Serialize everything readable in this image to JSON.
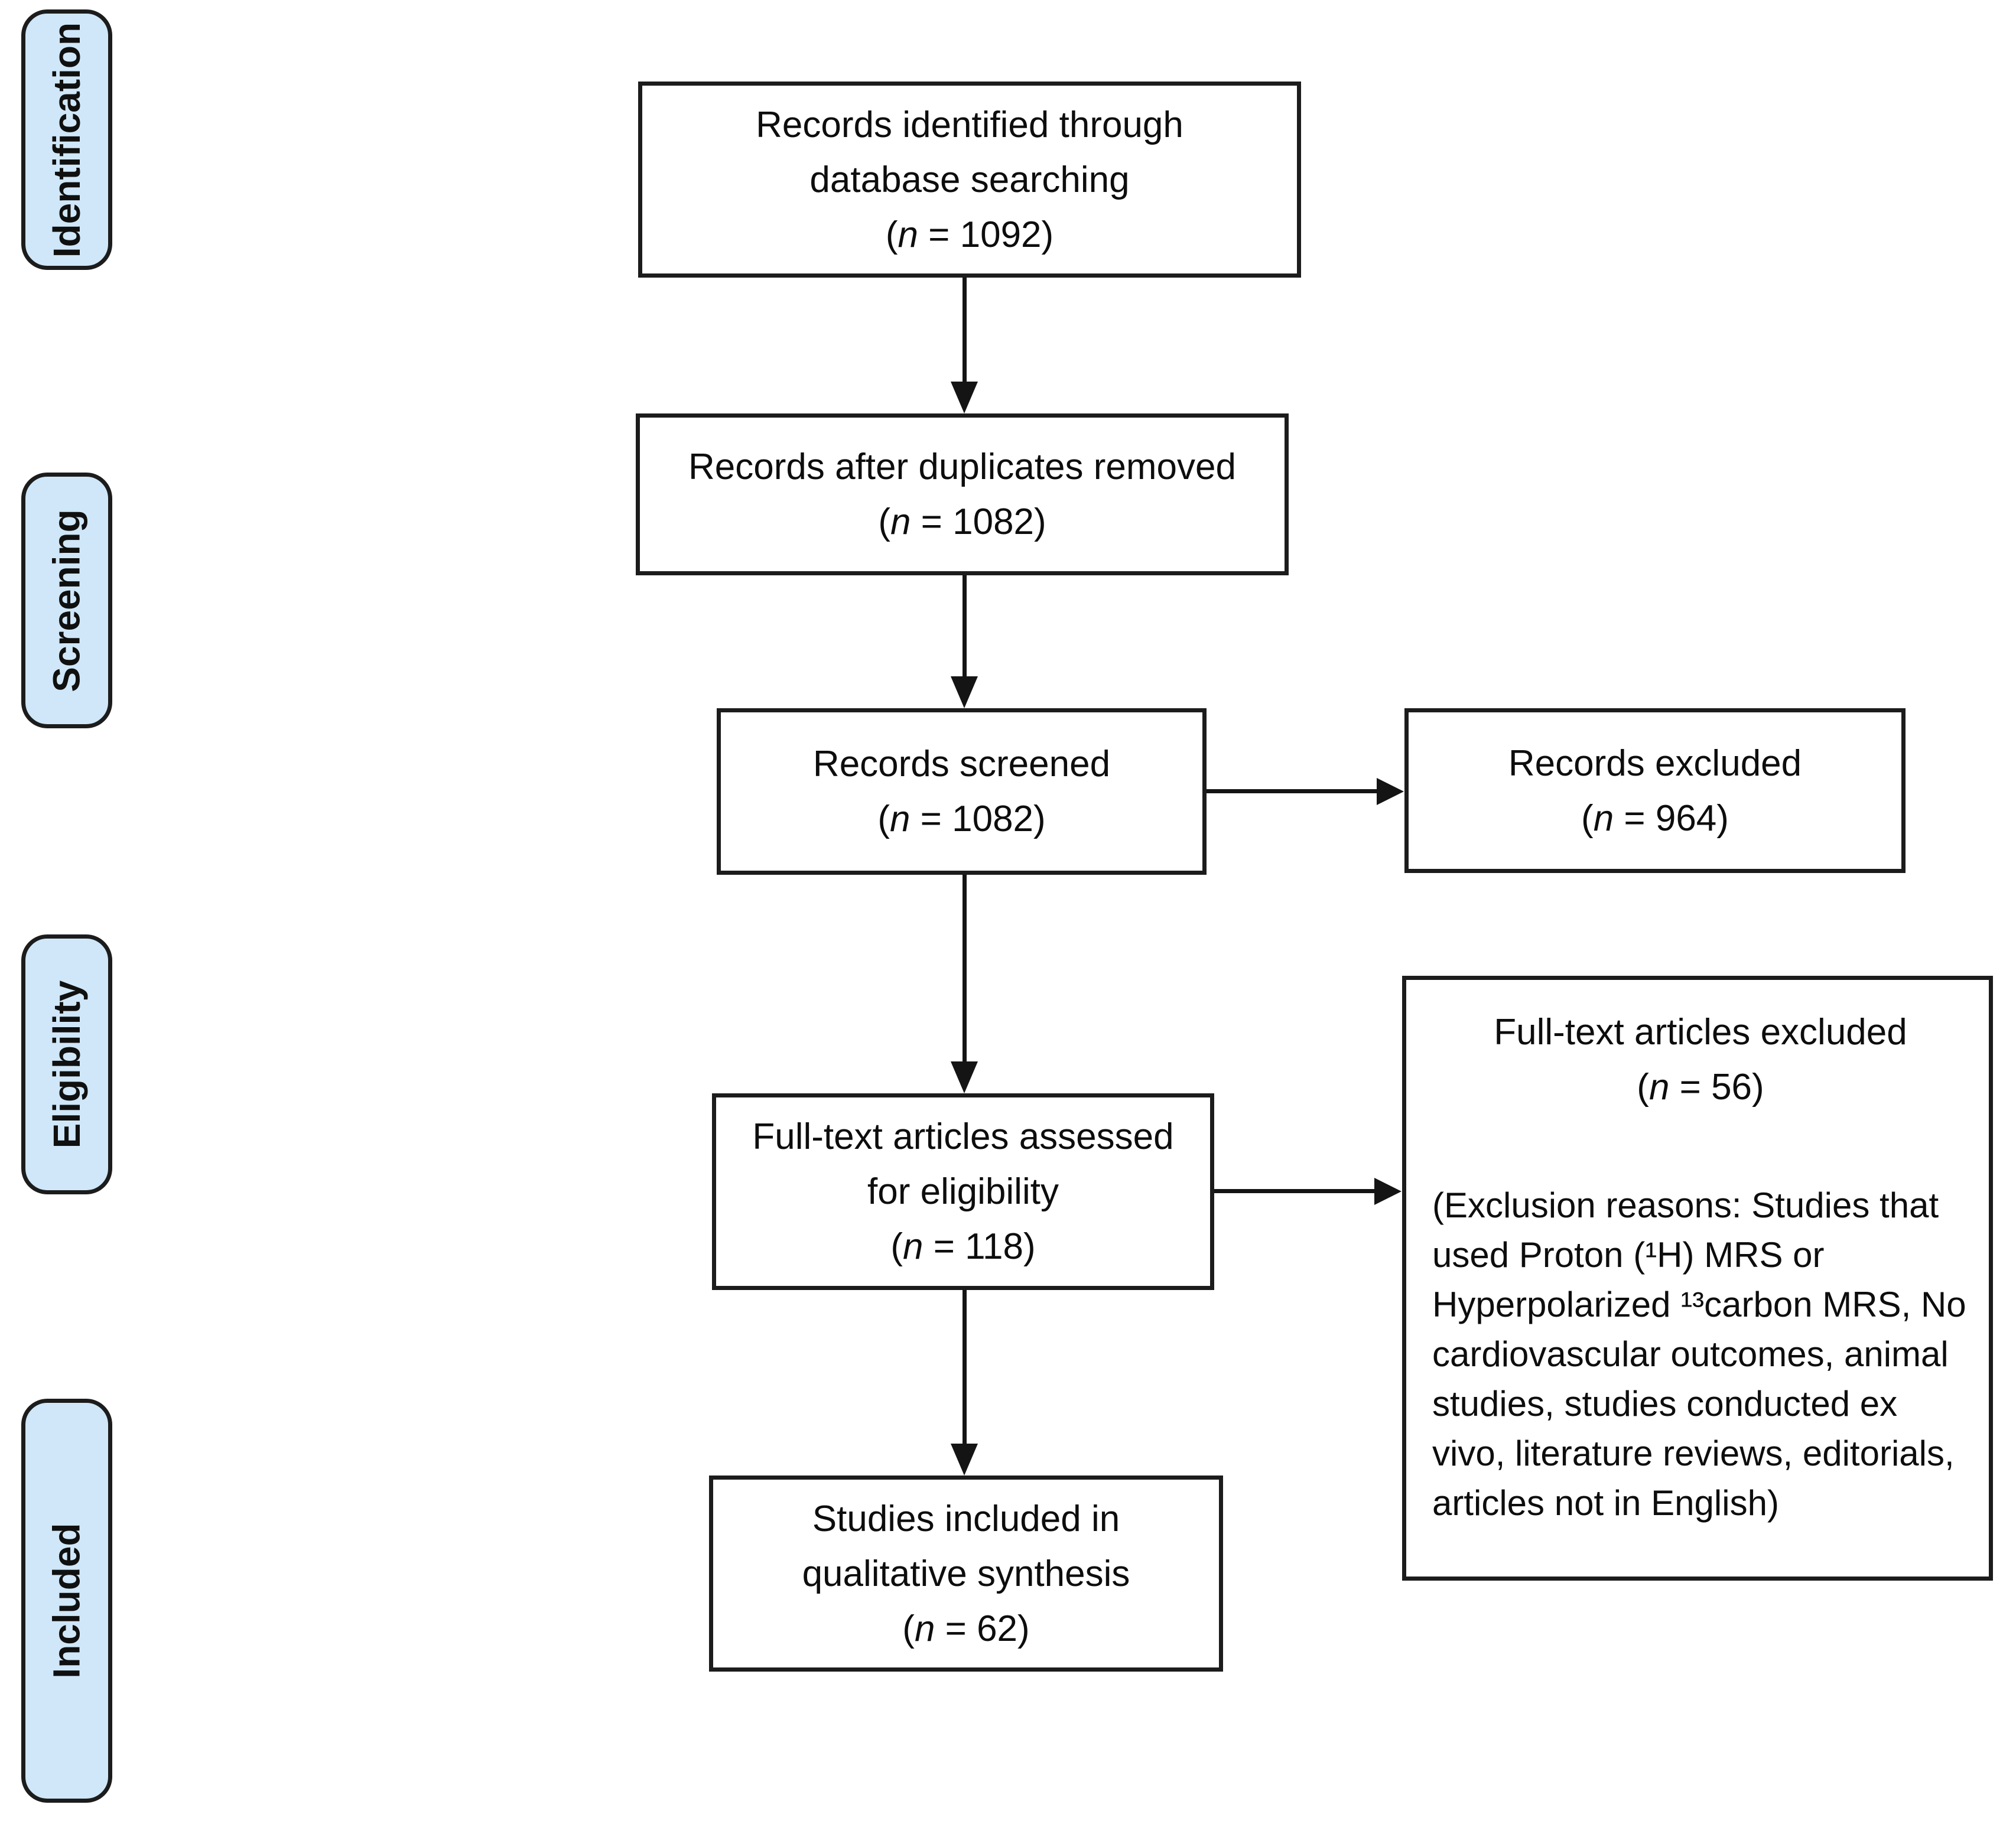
{
  "diagram_type": "prisma-flow-diagram",
  "colors": {
    "stage_fill": "#cfe7f8",
    "box_border": "#1c1c1c",
    "text": "#0d0d0d",
    "background": "#ffffff"
  },
  "stages": [
    {
      "label": "Identification"
    },
    {
      "label": "Screening"
    },
    {
      "label": "Eligibility"
    },
    {
      "label": "Included"
    }
  ],
  "boxes": {
    "identified": {
      "line1": "Records identified through",
      "line2": "database searching",
      "count": "(n = 1092)"
    },
    "duplicates_removed": {
      "line1": "Records after duplicates removed",
      "count": "(n = 1082)"
    },
    "screened": {
      "line1": "Records screened",
      "count": "(n = 1082)"
    },
    "records_excluded": {
      "line1": "Records excluded",
      "count": "(n = 964)"
    },
    "full_text_assessed": {
      "line1": "Full-text articles assessed",
      "line2": "for eligibility",
      "count": "(n = 118)"
    },
    "full_text_excluded": {
      "title": "Full-text articles excluded",
      "count": "(n = 56)",
      "reasons": "(Exclusion reasons: Studies that used Proton (¹H) MRS or Hyperpolarized ¹³carbon MRS, No cardiovascular outcomes, animal studies, studies conducted ex vivo, literature reviews, editorials, articles not in English)"
    },
    "included_synthesis": {
      "line1": "Studies included in",
      "line2": "qualitative synthesis",
      "count": "(n = 62)"
    }
  }
}
